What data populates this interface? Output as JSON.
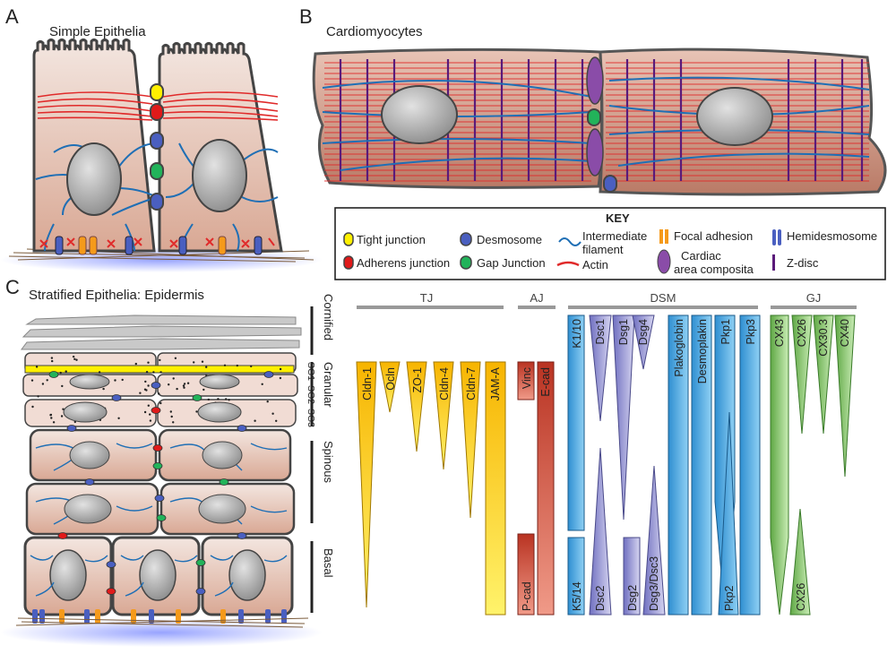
{
  "panels": {
    "a": {
      "letter": "A",
      "title": "Simple Epithelia"
    },
    "b": {
      "letter": "B",
      "title": "Cardiomyocytes"
    },
    "c": {
      "letter": "C",
      "title": "Stratified Epithelia: Epidermis"
    }
  },
  "key": {
    "title": "KEY",
    "tight_junction": "Tight junction",
    "adherens_junction": "Adherens junction",
    "desmosome": "Desmosome",
    "gap_junction": "Gap Junction",
    "intermediate_filament_1": "Intermediate",
    "intermediate_filament_2": "filament",
    "actin": "Actin",
    "focal_adhesion": "Focal adhesion",
    "cardiac_area_1": "Cardiac",
    "cardiac_area_2": "area composita",
    "hemidesmosome": "Hemidesmosome",
    "z_disc": "Z-disc"
  },
  "layers": {
    "cornified": "Cornified",
    "granular": "Granular",
    "spinous": "Spinous",
    "basal": "Basal",
    "sg1": "SG1",
    "sg2": "SG2",
    "sg3": "SG3"
  },
  "groups": {
    "tj": "TJ",
    "aj": "AJ",
    "dsm": "DSM",
    "gj": "GJ"
  },
  "colors": {
    "tj": "#f5c400",
    "aj": "#d94a3a",
    "dsm_blue": "#4aa8e0",
    "dsm_purple": "#9c9bd6",
    "gj": "#8cc870",
    "actin": "#e02a2a",
    "filament": "#1f6fb5",
    "cell_fill": "#e9cfc4"
  },
  "markers": {
    "tj": [
      {
        "label": "Cldn-1",
        "value_range": "top to bottom"
      },
      {
        "label": "Ocln"
      },
      {
        "label": "ZO-1"
      },
      {
        "label": "Cldn-4"
      },
      {
        "label": "Cldn-7"
      },
      {
        "label": "JAM-A"
      }
    ],
    "aj": [
      {
        "label": "Vinc"
      },
      {
        "label": "P-cad"
      },
      {
        "label": "E-cad"
      }
    ],
    "dsm": [
      {
        "label": "K1/10"
      },
      {
        "label": "K5/14"
      },
      {
        "label": "Dsc1"
      },
      {
        "label": "Dsc2"
      },
      {
        "label": "Dsg1"
      },
      {
        "label": "Dsg2"
      },
      {
        "label": "Dsg4"
      },
      {
        "label": "Dsg3/Dsc3"
      },
      {
        "label": "Plakoglobin"
      },
      {
        "label": "Desmoplakin"
      },
      {
        "label": "Pkp1"
      },
      {
        "label": "Pkp2"
      },
      {
        "label": "Pkp3"
      }
    ],
    "gj": [
      {
        "label": "CX43"
      },
      {
        "label": "CX26"
      },
      {
        "label": "CX30.3"
      },
      {
        "label": "CX40"
      },
      {
        "label": "CX26"
      }
    ]
  }
}
